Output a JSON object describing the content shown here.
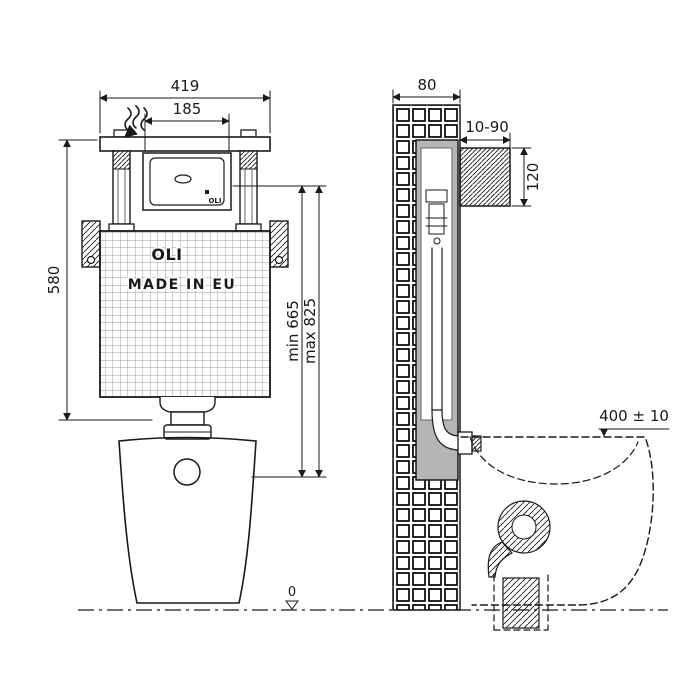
{
  "front_view": {
    "dim_width": "419",
    "dim_panel_width": "185",
    "dim_height": "580",
    "dim_min_install_height": "min 665",
    "dim_max_install_height": "max 825",
    "tank_brand": "OLI",
    "tank_made_in": "MADE IN EU",
    "panel_brand": "OLI"
  },
  "side_view": {
    "dim_depth": "80",
    "dim_plate_offset_range": "10-90",
    "dim_plate_height": "120",
    "dim_bowl_rim_height": "400 ± 10"
  },
  "floor": {
    "datum_level": "0"
  }
}
